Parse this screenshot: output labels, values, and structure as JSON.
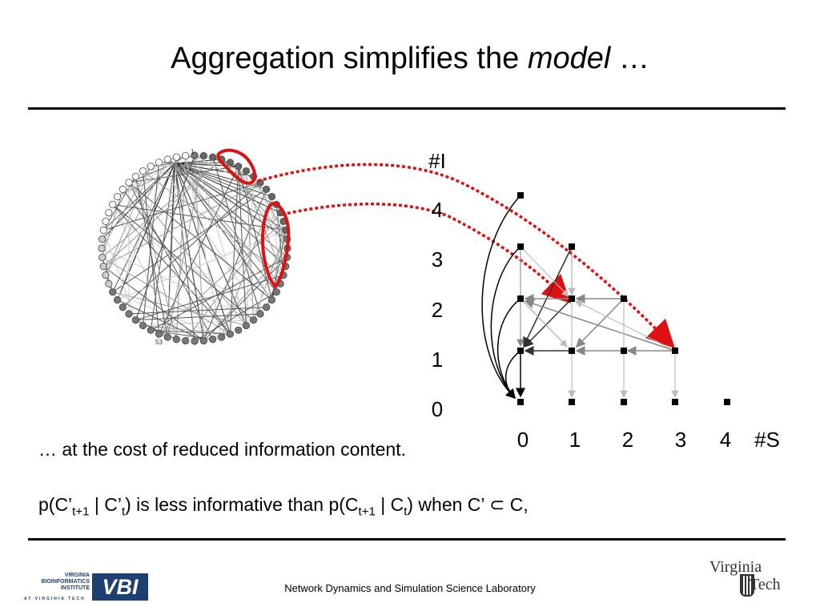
{
  "title": {
    "text": "Aggregation simplifies the ",
    "italic": "model",
    "suffix": " …"
  },
  "network": {
    "node_label_top": "1",
    "node_label_bottom": "53"
  },
  "state_graph": {
    "y_axis_label": "#I",
    "y_ticks": [
      "4",
      "3",
      "2",
      "1",
      "0"
    ],
    "x_ticks": [
      "0",
      "1",
      "2",
      "3",
      "4"
    ],
    "x_axis_label": "#S"
  },
  "caption": "… at the cost of reduced information content.",
  "formula": {
    "p1": "p(C’",
    "s1": "t+1",
    "p2": " | C’",
    "s2": "t",
    "p3": ") is less informative than p(C",
    "s3": "t+1",
    "p4": " | C",
    "s4": "t",
    "p5": ") when C’ ",
    "subset": "⊂",
    "p6": " C,"
  },
  "footer": "Network Dynamics and Simulation Science Laboratory",
  "logos": {
    "vbi_text": "VIRGINIA BIOINFORMATICS INSTITUTE",
    "vbi_sub": "AT VIRGINIA TECH",
    "vbi_mark": "VBI",
    "vt_top": "Virginia",
    "vt_bottom": "Tech"
  },
  "colors": {
    "highlight": "#dd1111",
    "edge_dark": "#333333",
    "edge_mid": "#888888",
    "edge_light": "#bbbbbb"
  }
}
